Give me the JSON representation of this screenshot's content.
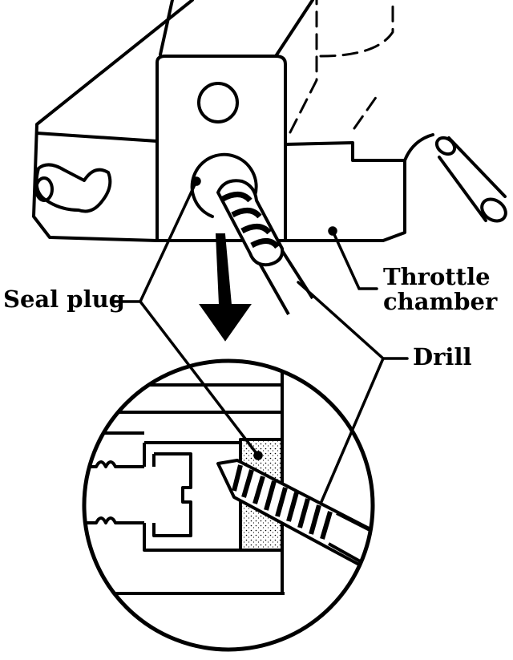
{
  "labels": {
    "seal_plug": "Seal plug",
    "throttle_chamber_line1": "Throttle",
    "throttle_chamber_line2": "chamber",
    "drill": "Drill"
  },
  "colors": {
    "ink": "#000000",
    "paper": "#ffffff",
    "seal_fill": "#e6e6e6"
  }
}
